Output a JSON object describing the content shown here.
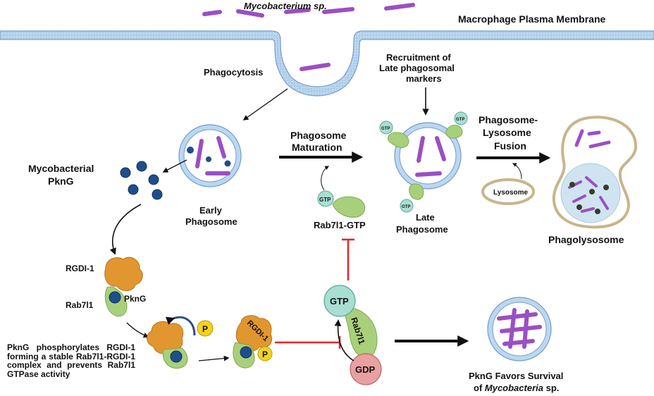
{
  "labels": {
    "bacterium": "Mycobacterium sp.",
    "membrane": "Macrophage Plasma Membrane",
    "phagocytosis": "Phagocytosis",
    "pkng_title_1": "Mycobacterial",
    "pkng_title_2": "PknG",
    "early_1": "Early",
    "early_2": "Phagosome",
    "maturation_1": "Phagosome",
    "maturation_2": "Maturation",
    "recruit_1": "Recruitment of",
    "recruit_2": "Late phagosomal",
    "recruit_3": "markers",
    "late_1": "Late",
    "late_2": "Phagosome",
    "fusion_1": "Phagosome-",
    "fusion_2": "Lysosome",
    "fusion_3": "Fusion",
    "lysosome": "Lysosome",
    "phagolysosome": "Phagolysosome",
    "rab_gtp": "Rab7l1-GTP",
    "rgdi": "RGDI-1",
    "rab7l1": "Rab7l1",
    "pkng": "PknG",
    "rgdi_complex": "RGDI-1",
    "rab_vertical": "Rab7l1",
    "survival_1": "PknG Favors Survival",
    "survival_2_prefix": "of ",
    "survival_2_italic": "Mycobacteria",
    "survival_2_suffix": " sp."
  },
  "badges": {
    "gtp": "GTP",
    "gdp": "GDP",
    "phosphate": "P"
  },
  "caption": "PknG phosphorylates RGDI-1 forming a stable Rab7l1-RGDI-1 complex and prevents Rab7l1 GTPase activity",
  "colors": {
    "membrane_fill": "#bcd7ef",
    "bacteria": "#9b4fc4",
    "pkng_dot": "#1f4e8c",
    "rab_green": "#a8d07a",
    "rgdi_orange": "#e2962f",
    "gtp_teal": "#a9ded3",
    "gdp_pink": "#e8a0a0",
    "phosphate_yellow": "#f6d21d",
    "inhibit_red": "#e0262a"
  }
}
